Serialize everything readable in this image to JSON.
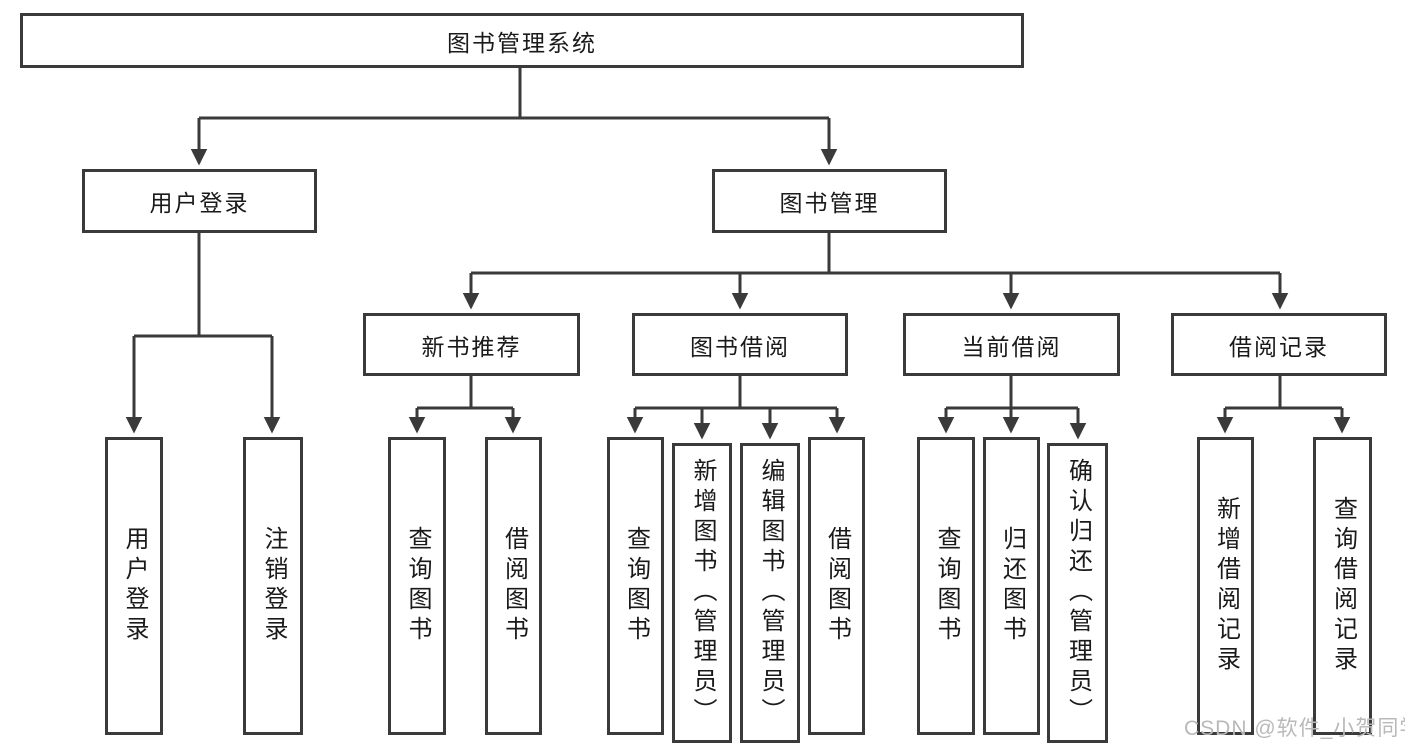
{
  "root": {
    "label": "图书管理系统"
  },
  "level2": [
    {
      "label": "用户登录"
    },
    {
      "label": "图书管理"
    }
  ],
  "level3": [
    {
      "label": "新书推荐"
    },
    {
      "label": "图书借阅"
    },
    {
      "label": "当前借阅"
    },
    {
      "label": "借阅记录"
    }
  ],
  "leaves": {
    "user_login": [
      {
        "label": "用户登录"
      },
      {
        "label": "注销登录"
      }
    ],
    "new_book": [
      {
        "label": "查询图书"
      },
      {
        "label": "借阅图书"
      }
    ],
    "book_borrow": [
      {
        "label": "查询图书"
      },
      {
        "label": "新增图书（管理员）"
      },
      {
        "label": "编辑图书（管理员）"
      },
      {
        "label": "借阅图书"
      }
    ],
    "current_borrow": [
      {
        "label": "查询图书"
      },
      {
        "label": "归还图书"
      },
      {
        "label": "确认归还（管理员）"
      }
    ],
    "borrow_record": [
      {
        "label": "新增借阅记录"
      },
      {
        "label": "查询借阅记录"
      }
    ]
  },
  "watermark": {
    "text": "CSDN @软件_小贺同学"
  },
  "colors": {
    "line": "#3a3a3a",
    "text": "#1a1a1a",
    "watermark": "#b9b9b9",
    "background": "#ffffff"
  }
}
